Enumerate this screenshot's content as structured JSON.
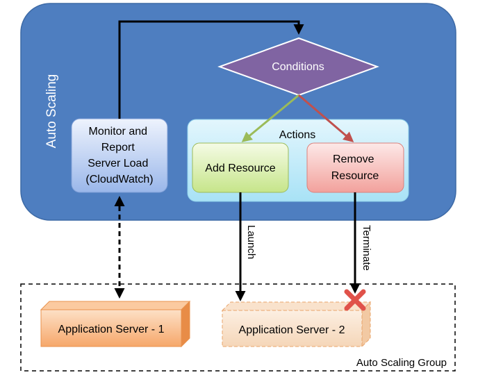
{
  "auto_scaling": {
    "label": "Auto Scaling"
  },
  "conditions": {
    "label": "Conditions"
  },
  "monitor": {
    "lines": [
      "Monitor and",
      "Report",
      "Server Load",
      "(CloudWatch)"
    ]
  },
  "actions": {
    "title": "Actions",
    "add": {
      "lines": [
        "Add Resource"
      ]
    },
    "remove": {
      "lines": [
        "Remove",
        "Resource"
      ]
    }
  },
  "arrows": {
    "launch": "Launch",
    "terminate": "Terminate"
  },
  "group": {
    "label": "Auto Scaling Group",
    "server1": "Application Server - 1",
    "server2": "Application Server - 2"
  },
  "colors": {
    "auto_scaling_bg": "#4e7ec0",
    "conditions_fill": "#8064a2",
    "add_to_conditions": "#9bbb59",
    "remove_to_conditions": "#c0504d",
    "terminate_mark": "#e0524a"
  },
  "icons": {
    "terminate_mark": "x-mark-icon"
  }
}
